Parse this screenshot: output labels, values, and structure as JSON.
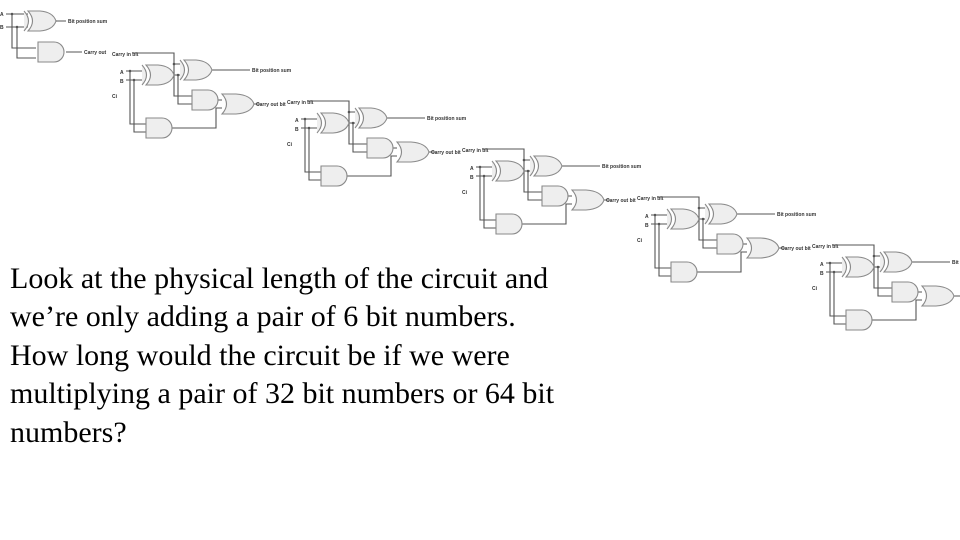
{
  "slide": {
    "body_text": "Look at the physical length of the circuit and we’re only adding a pair of 6 bit numbers.  How long would the circuit be if we were multiplying a pair of 32 bit numbers or 64 bit numbers?"
  },
  "circuit": {
    "full_adder_count": 5,
    "labels": {
      "input_a": "A",
      "input_b": "B",
      "carry_in_short": "Ci",
      "carry_in": "Carry in bit",
      "sum": "Bit position sum",
      "carry_out": "Carry out bit"
    },
    "half_adder": {
      "input_a": "A",
      "input_b": "B",
      "sum": "Bit position sum",
      "carry_out": "Carry out"
    }
  }
}
